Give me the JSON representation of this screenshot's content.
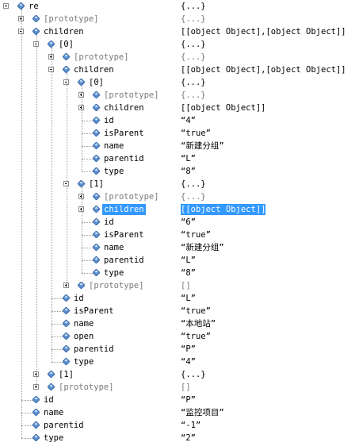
{
  "colors": {
    "selection": "#3399ff",
    "dim_text": "#7a7a7a",
    "gem": "#5b8fd0"
  },
  "rows": [
    {
      "name": "re",
      "value": "{...}",
      "expander": "minus"
    },
    {
      "name": "[prototype]",
      "value": "{...}",
      "expander": "plus",
      "dim": true
    },
    {
      "name": "children",
      "value": "[[object Object],[object Object]]",
      "expander": "minus"
    },
    {
      "name": "[0]",
      "value": "{...}",
      "expander": "minus"
    },
    {
      "name": "[prototype]",
      "value": "{...}",
      "expander": "plus",
      "dim": true
    },
    {
      "name": "children",
      "value": "[[object Object],[object Object]]",
      "expander": "minus"
    },
    {
      "name": "[0]",
      "value": "{...}",
      "expander": "minus"
    },
    {
      "name": "[prototype]",
      "value": "{...}",
      "expander": "plus",
      "dim": true
    },
    {
      "name": "children",
      "value": "[[object Object]]",
      "expander": "plus"
    },
    {
      "name": "id",
      "value": "“4”"
    },
    {
      "name": "isParent",
      "value": "“true”"
    },
    {
      "name": "name",
      "value": "“新建分组”"
    },
    {
      "name": "parentid",
      "value": "“L”"
    },
    {
      "name": "type",
      "value": "“8”"
    },
    {
      "name": "[1]",
      "value": "{...}",
      "expander": "minus"
    },
    {
      "name": "[prototype]",
      "value": "{...}",
      "expander": "plus",
      "dim": true
    },
    {
      "name": "children",
      "value": "[[object Object]]",
      "expander": "plus",
      "selected": true
    },
    {
      "name": "id",
      "value": "“6”"
    },
    {
      "name": "isParent",
      "value": "“true”"
    },
    {
      "name": "name",
      "value": "“新建分组”"
    },
    {
      "name": "parentid",
      "value": "“L”"
    },
    {
      "name": "type",
      "value": "“8”"
    },
    {
      "name": "[prototype]",
      "value": "[]",
      "expander": "plus",
      "dim": true
    },
    {
      "name": "id",
      "value": "“L”"
    },
    {
      "name": "isParent",
      "value": "“true”"
    },
    {
      "name": "name",
      "value": "“本地站”"
    },
    {
      "name": "open",
      "value": "“true”"
    },
    {
      "name": "parentid",
      "value": "“P”"
    },
    {
      "name": "type",
      "value": "“4”"
    },
    {
      "name": "[1]",
      "value": "{...}",
      "expander": "plus"
    },
    {
      "name": "[prototype]",
      "value": "[]",
      "expander": "plus",
      "dim": true
    },
    {
      "name": "id",
      "value": "“P”"
    },
    {
      "name": "name",
      "value": "“监控项目”"
    },
    {
      "name": "parentid",
      "value": "“-1”"
    },
    {
      "name": "type",
      "value": "“2”"
    }
  ]
}
